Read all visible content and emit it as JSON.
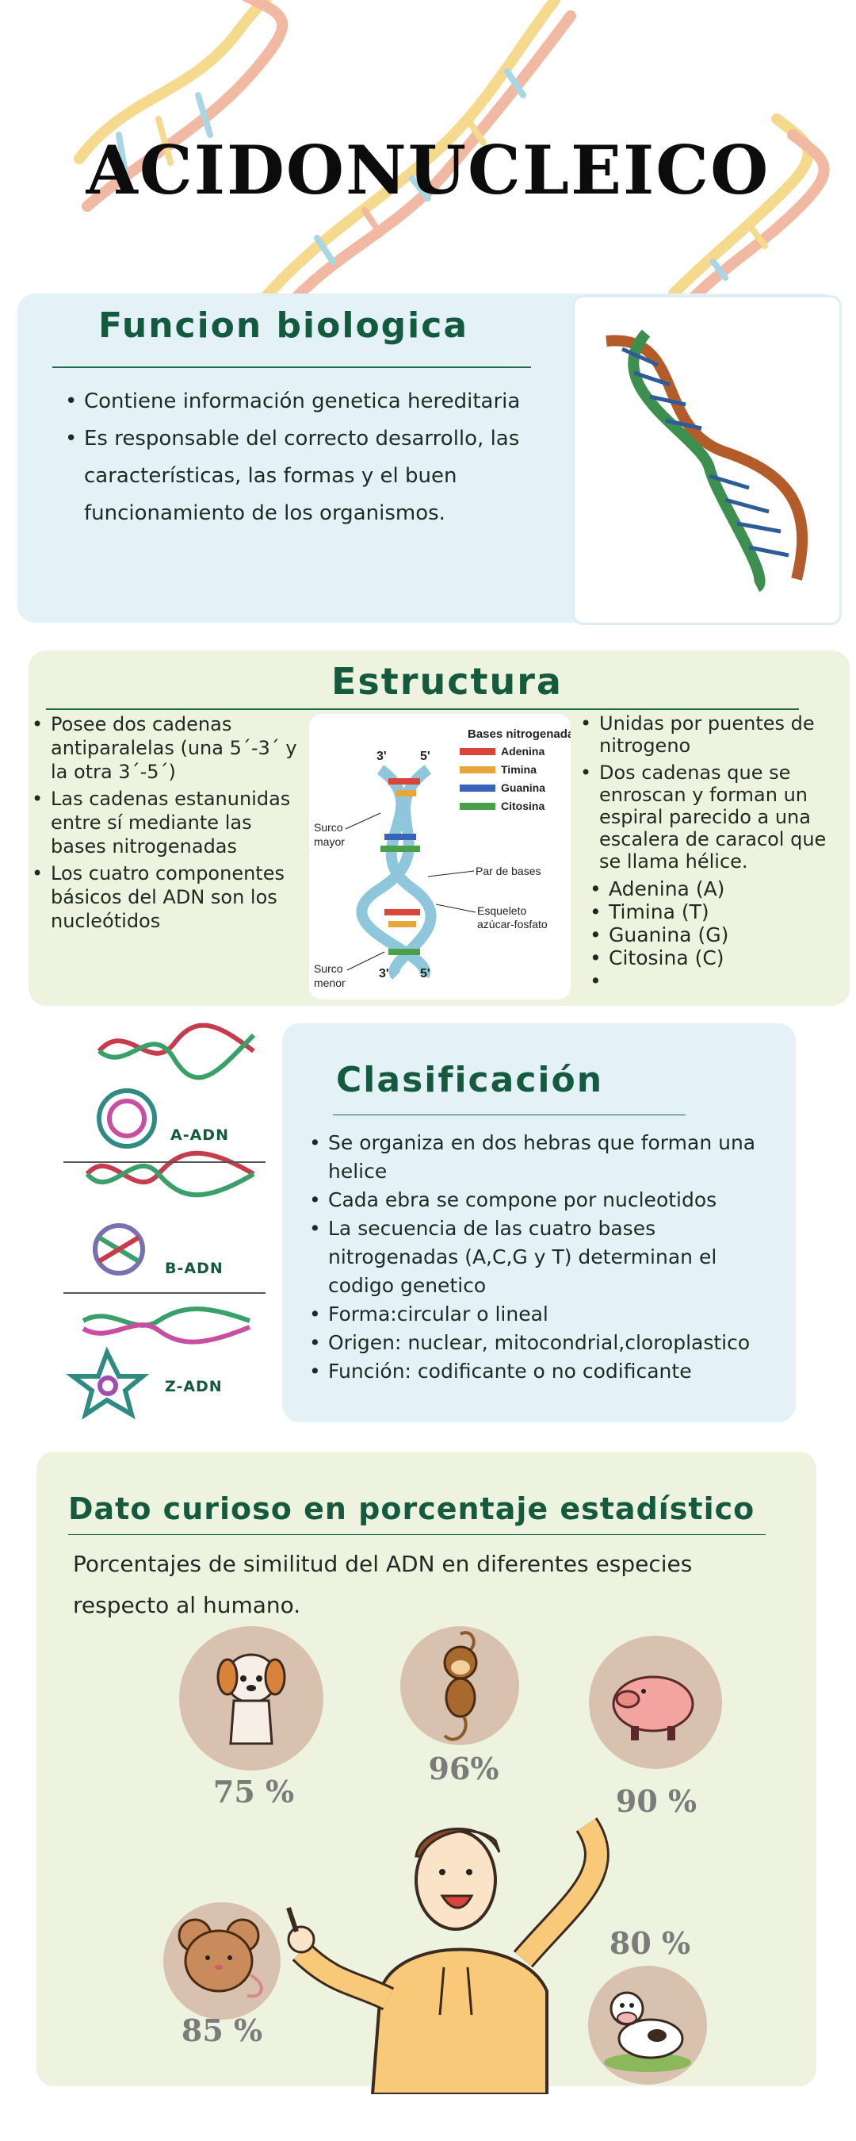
{
  "title": "ACIDONUCLEICO",
  "funcion": {
    "heading": "Funcion biologica",
    "bullets": [
      "Contiene información genetica hereditaria",
      "Es responsable del correcto desarrollo,  las características, las formas y el buen funcionamiento de los organismos."
    ]
  },
  "estructura": {
    "heading": "Estructura",
    "left_bullets": [
      "Posee dos cadenas antiparalelas (una 5´-3´ y la otra 3´-5´)",
      "Las cadenas estanunidas entre sí mediante las bases nitrogenadas",
      "Los cuatro componentes básicos del ADN son los nucleótidos"
    ],
    "right_bullets": [
      "Unidas por puentes de nitrogeno",
      "Dos cadenas que se enroscan y forman un espiral parecido a una escalera de caracol que se llama hélice."
    ],
    "bases": [
      "Adenina (A)",
      "Timina (T)",
      "Guanina (G)",
      "Citosina (C)",
      ""
    ],
    "diagram": {
      "legend_title": "Bases nitrogenadas:",
      "legend": [
        {
          "name": "Adenina",
          "color": "#d9453a"
        },
        {
          "name": "Timina",
          "color": "#e8a53a"
        },
        {
          "name": "Guanina",
          "color": "#3a63b8"
        },
        {
          "name": "Citosina",
          "color": "#4aa04a"
        }
      ],
      "top_left": "3'",
      "top_right": "5'",
      "bottom_left": "3'",
      "bottom_right": "5'",
      "surco_mayor": "Surco\nmayor",
      "surco_menor": "Surco\nmenor",
      "par_de_bases": "Par de bases",
      "esqueleto": "Esqueleto\nazúcar-fosfato"
    }
  },
  "clasificacion": {
    "heading": "Clasificación",
    "bullets": [
      "Se organiza en dos hebras que forman una helice",
      "Cada ebra se compone por nucleotidos",
      "La secuencia de las cuatro bases nitrogenadas (A,C,G y T) determinan el codigo genetico",
      "Forma:circular o lineal",
      "Origen: nuclear, mitocondrial,cloroplastico",
      "Función: codificante o no codificante"
    ],
    "forms": [
      "A-ADN",
      "B-ADN",
      "Z-ADN"
    ]
  },
  "dato": {
    "heading": "Dato curioso en porcentaje estadístico",
    "text": "Porcentajes de similitud del ADN en diferentes especies respecto al humano.",
    "animals": [
      {
        "name": "dog-icon",
        "pct": "75 %"
      },
      {
        "name": "monkey-icon",
        "pct": "96%"
      },
      {
        "name": "pig-icon",
        "pct": "90 %"
      },
      {
        "name": "mouse-icon",
        "pct": "85 %"
      },
      {
        "name": "cow-icon",
        "pct": "80 %"
      }
    ]
  },
  "colors": {
    "blue_card": "#e4f1f7",
    "green_card": "#eef3df",
    "heading": "#145a3e"
  }
}
